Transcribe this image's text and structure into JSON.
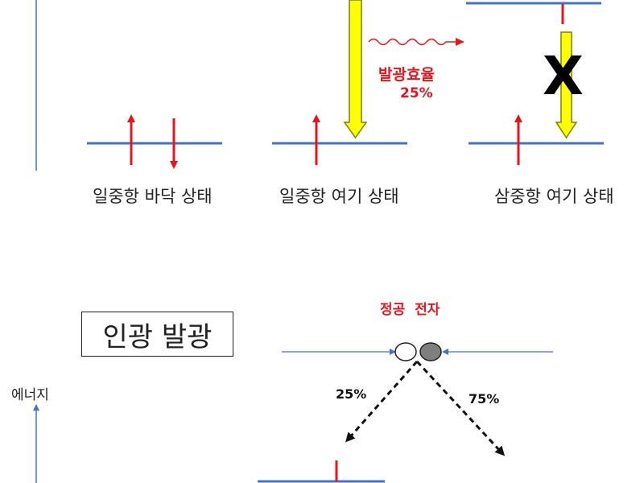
{
  "top_panel": {
    "states": [
      {
        "name": "ground-singlet",
        "label": "일중항 바닥 상태"
      },
      {
        "name": "excited-singlet",
        "label": "일중항 여기 상태"
      },
      {
        "name": "excited-triplet",
        "label": "삼중항 여기 상태"
      }
    ],
    "efficiency_label": "발광효율",
    "efficiency_value": "25%",
    "blocked_mark": "X"
  },
  "bottom_panel": {
    "title": "인광 발광",
    "energy_axis_label": "에너지",
    "carriers_label": "정공  전자",
    "left_branch_percent": "25%",
    "right_branch_percent": "75%"
  },
  "colors": {
    "level_line": "#4472c4",
    "spin_arrow": "#e8141c",
    "emission_fill": "#ffff00",
    "emission_stroke": "#7f7f00",
    "axis": "#4472c4",
    "hole": "#ffffff",
    "electron": "#7f7f7f"
  }
}
